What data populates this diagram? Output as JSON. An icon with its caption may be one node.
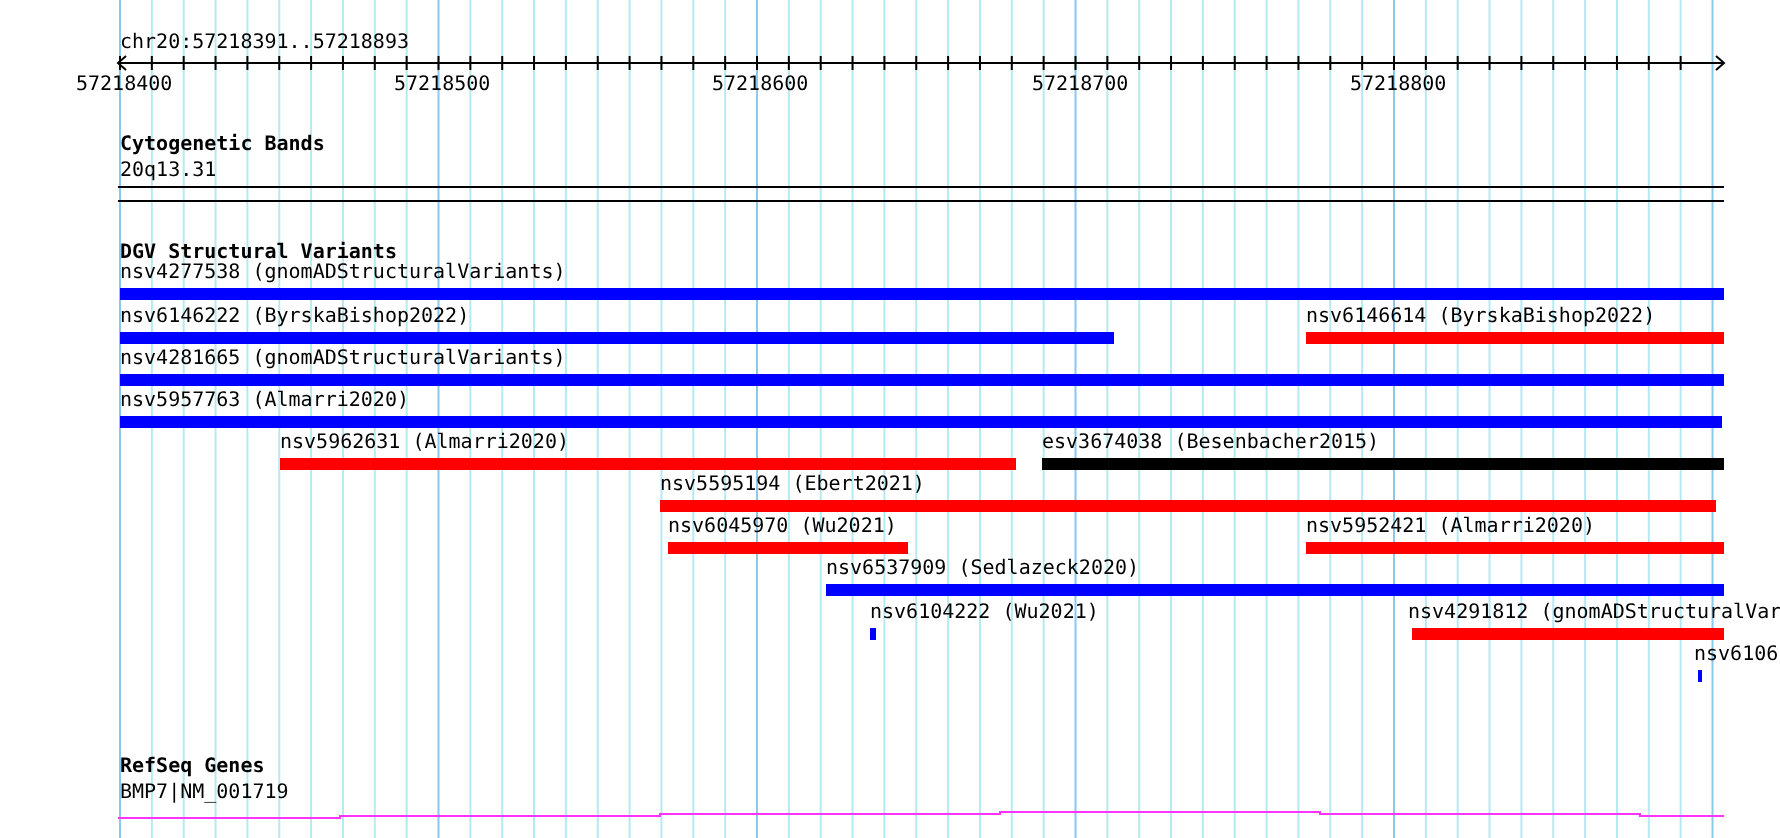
{
  "diagram": {
    "nodes": [
      {
        "text": [
          "nsv4277538 (gnomADStructuralVariants)"
        ]
      },
      {
        "text": [
          "nsv6146222 (ByrskaBishop2022)"
        ]
      },
      {
        "text": [
          "nsv6146614 (ByrskaBishop2022)"
        ]
      },
      {
        "text": [
          "nsv4281665 (gnomADStructuralVariants)"
        ]
      },
      {
        "text": [
          "nsv5957763 (Almarri2020)"
        ]
      },
      {
        "text": [
          "nsv5962631 (Almarri2020)"
        ]
      },
      {
        "text": [
          "esv3674038 (Besenbacher2015)"
        ]
      },
      {
        "text": [
          "nsv5595194 (Ebert2021)"
        ]
      },
      {
        "text": [
          "nsv6045970 (Wu2021)"
        ]
      },
      {
        "text": [
          "nsv5952421 (Almarri2020)"
        ]
      },
      {
        "text": [
          "nsv6537909 (Sedlazeck2020)"
        ]
      },
      {
        "text": [
          "nsv6104222 (Wu2021)"
        ]
      },
      {
        "text": [
          "nsv4291812 (gnomADStructuralVar"
        ]
      },
      {
        "text": [
          "nsv6106"
        ]
      }
    ],
    "labels": [
      "chr20:57218391..57218893",
      "57218400",
      "57218500",
      "57218600",
      "57218700",
      "57218800",
      "Cytogenetic Bands",
      "20q13.31",
      "DGV Structural Variants",
      "RefSeq Genes",
      "BMP7|NM_001719"
    ]
  }
}
